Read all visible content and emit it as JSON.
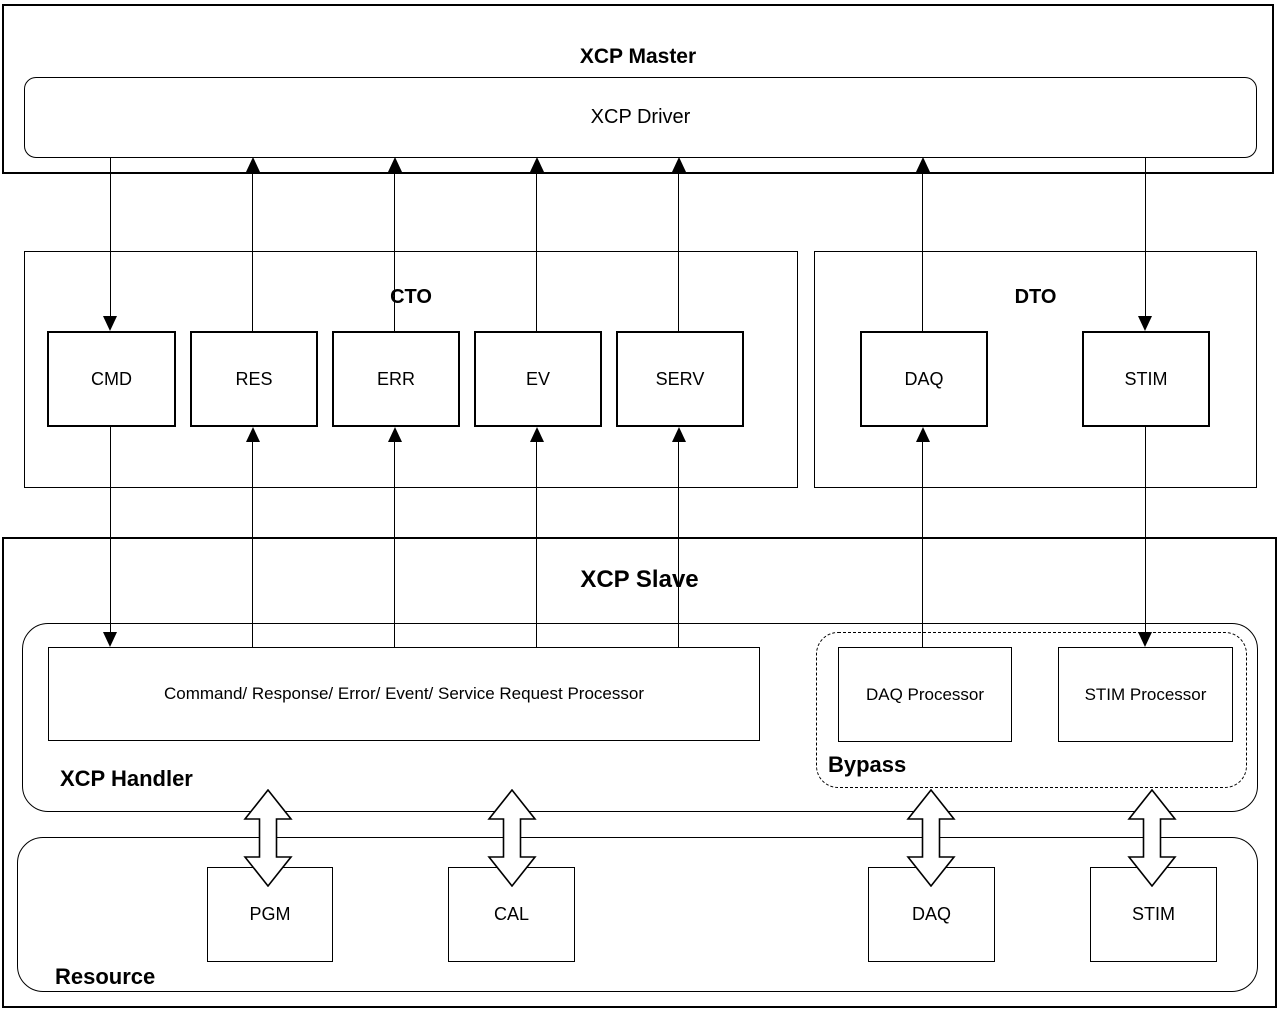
{
  "diagram": {
    "master": {
      "title": "XCP Master",
      "driver_label": "XCP Driver"
    },
    "cto": {
      "title": "CTO",
      "boxes": [
        "CMD",
        "RES",
        "ERR",
        "EV",
        "SERV"
      ]
    },
    "dto": {
      "title": "DTO",
      "boxes": [
        "DAQ",
        "STIM"
      ]
    },
    "slave": {
      "title": "XCP Slave",
      "handler": {
        "title": "XCP Handler",
        "processor_label": "Command/ Response/ Error/ Event/ Service Request Processor"
      },
      "bypass": {
        "title": "Bypass",
        "boxes": [
          "DAQ Processor",
          "STIM Processor"
        ]
      },
      "resource": {
        "title": "Resource",
        "boxes": [
          "PGM",
          "CAL",
          "DAQ",
          "STIM"
        ]
      }
    },
    "colors": {
      "line": "#000000",
      "background": "#ffffff"
    }
  }
}
